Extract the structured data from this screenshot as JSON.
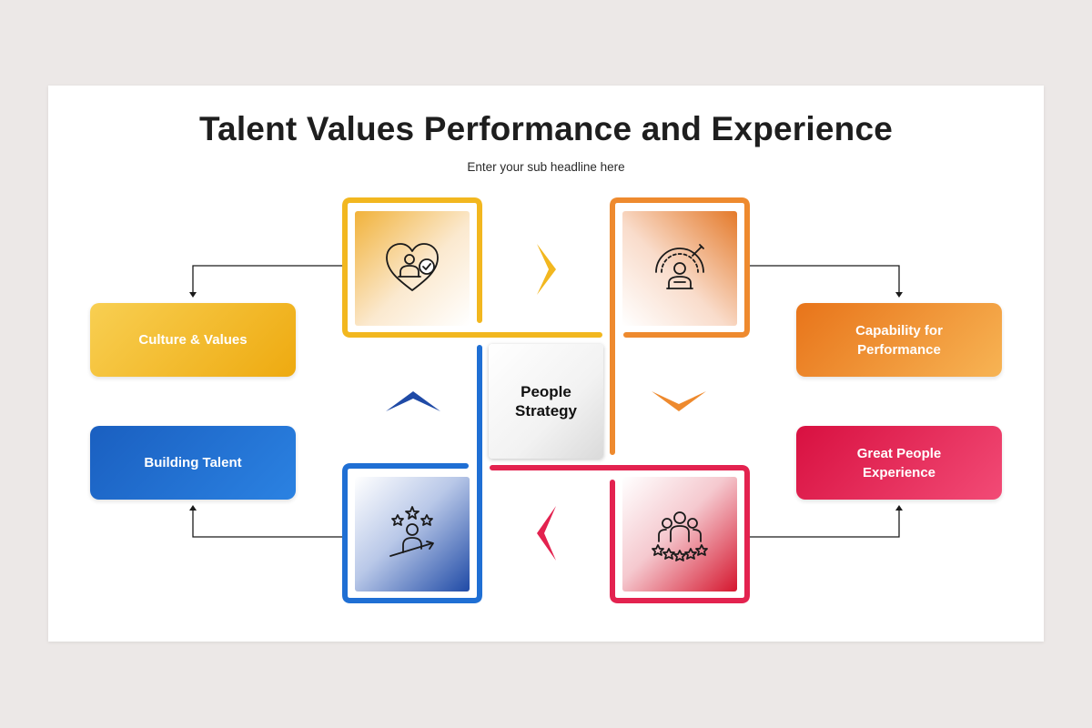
{
  "title": "Talent Values Performance and Experience",
  "subtitle": "Enter your sub headline here",
  "center": {
    "label": "People\nStrategy"
  },
  "boxes": {
    "culture": {
      "label": "Culture & Values",
      "color": "#f2b71f"
    },
    "building": {
      "label": "Building Talent",
      "color": "#1f6fd4"
    },
    "capability": {
      "label": "Capability for\nPerformance",
      "color": "#ee8a2e"
    },
    "great": {
      "label": "Great People\nExperience",
      "color": "#e3224f"
    }
  },
  "tiles": {
    "top_left": {
      "icon": "heart-person-check-icon"
    },
    "top_right": {
      "icon": "speedometer-person-icon"
    },
    "bottom_left": {
      "icon": "person-stars-growth-icon"
    },
    "bottom_right": {
      "icon": "team-rating-stars-icon"
    }
  },
  "colors": {
    "yellow": "#f2b71f",
    "orange": "#ee8a2e",
    "blue": "#1f6fd4",
    "red": "#e3224f"
  }
}
